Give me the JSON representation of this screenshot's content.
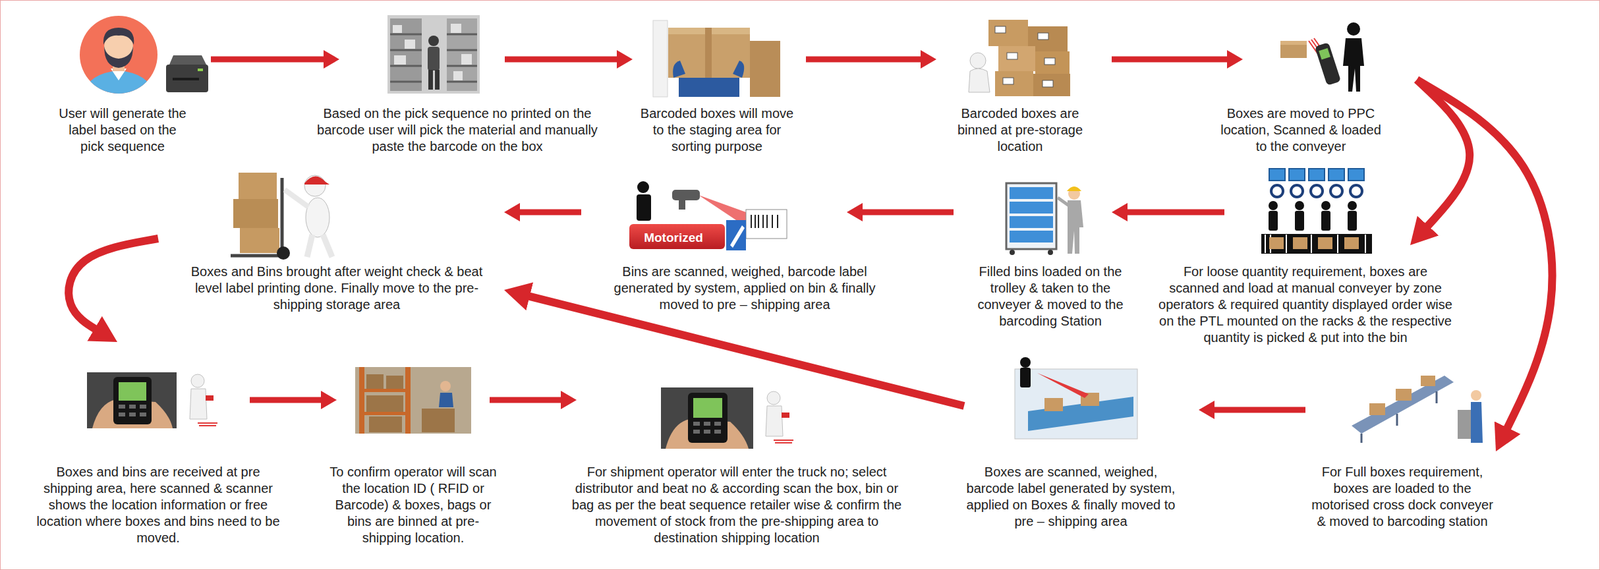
{
  "diagram": {
    "nodes": [
      {
        "text": [
          "User will generate the label based on the pick sequence"
        ]
      },
      {
        "text": [
          "Based on the pick sequence no printed on the barcode user will pick the material and manually paste the barcode on the box"
        ]
      },
      {
        "text": [
          "Barcoded boxes will move to the staging area for sorting purpose"
        ]
      },
      {
        "text": [
          "Barcoded boxes are binned at pre-storage location"
        ]
      },
      {
        "text": [
          "Boxes are moved to PPC location, Scanned & loaded to the conveyer"
        ]
      },
      {
        "text": [
          "For loose quantity requirement, boxes are scanned and load at manual conveyer by zone operators & required quantity displayed order wise on the PTL mounted on the racks & the respective quantity is picked & put into the bin"
        ]
      },
      {
        "text": [
          "Filled bins loaded on the trolley & taken to the conveyer & moved to the barcoding Station"
        ]
      },
      {
        "text": [
          "Bins are scanned, weighed, barcode label generated by system, applied on bin & finally moved to pre – shipping area"
        ]
      },
      {
        "text": [
          "Boxes and Bins brought after weight check & beat level label printing done. Finally move to the pre-shipping storage area"
        ]
      },
      {
        "text": [
          "For Full boxes requirement, boxes are loaded to the motorised cross dock conveyer & moved to barcoding station"
        ]
      },
      {
        "text": [
          "Boxes are scanned, weighed, barcode label generated by system, applied on Boxes & finally moved to pre – shipping area"
        ]
      },
      {
        "text": [
          "Boxes and bins are received at pre shipping area, here scanned & scanner shows the location information or free location where boxes and bins need to be moved."
        ]
      },
      {
        "text": [
          "To confirm operator will scan the location ID ( RFID or Barcode) & boxes, bags or bins are binned at pre-shipping location."
        ]
      },
      {
        "text": [
          "For shipment operator will enter the truck no; select distributor and beat no & according scan the box, bin or bag as per the beat sequence retailer wise & confirm the movement of stock from the pre-shipping area to destination shipping location"
        ]
      }
    ],
    "edges": [
      {
        "from": 0,
        "to": 1,
        "arrow": "to"
      },
      {
        "from": 1,
        "to": 2,
        "arrow": "to"
      },
      {
        "from": 2,
        "to": 3,
        "arrow": "to"
      },
      {
        "from": 3,
        "to": 4,
        "arrow": "to"
      },
      {
        "from": 4,
        "to": 5,
        "arrow": "to"
      },
      {
        "from": 4,
        "to": 9,
        "arrow": "to"
      },
      {
        "from": 5,
        "to": 6,
        "arrow": "to"
      },
      {
        "from": 6,
        "to": 7,
        "arrow": "to"
      },
      {
        "from": 7,
        "to": 8,
        "arrow": "to"
      },
      {
        "from": 9,
        "to": 10,
        "arrow": "to"
      },
      {
        "from": 10,
        "to": 8,
        "arrow": "to"
      },
      {
        "from": 8,
        "to": 11,
        "arrow": "to"
      },
      {
        "from": 11,
        "to": 12,
        "arrow": "to"
      },
      {
        "from": 12,
        "to": 13,
        "arrow": "to"
      }
    ],
    "labels": [
      "Motorized"
    ]
  }
}
